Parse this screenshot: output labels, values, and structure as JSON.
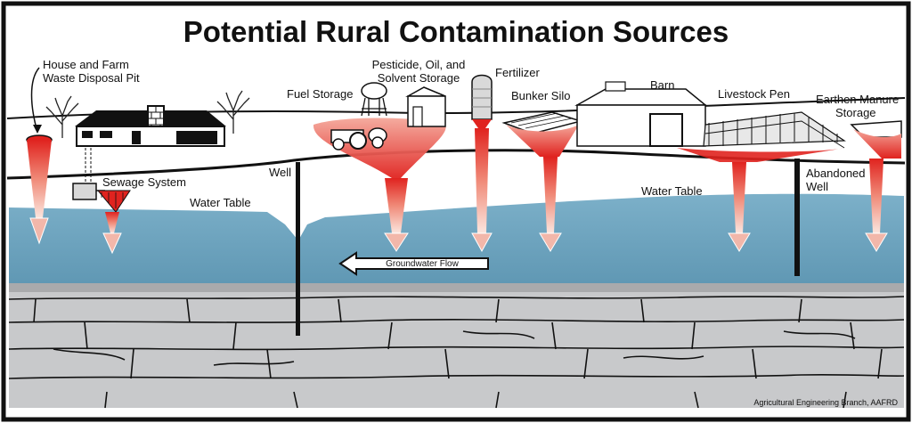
{
  "title": "Potential Rural Contamination Sources",
  "colors": {
    "groundwater": "#6aa3be",
    "plume_red": "#e0231f",
    "plume_fade": "#f6d6cf",
    "bedrock": "#c8c9cb",
    "fracture": "#111111"
  },
  "labels": {
    "house_pit_line1": "House and Farm",
    "house_pit_line2": "Waste Disposal Pit",
    "sewage": "Sewage System",
    "fuel": "Fuel Storage",
    "pesticide_line1": "Pesticide, Oil, and",
    "pesticide_line2": "Solvent Storage",
    "fertilizer": "Fertilizer",
    "bunker": "Bunker Silo",
    "barn": "Barn",
    "livestock": "Livestock Pen",
    "manure_line1": "Earthen Manure",
    "manure_line2": "Storage",
    "well": "Well",
    "water_table_left": "Water Table",
    "water_table_right": "Water Table",
    "abandoned_line1": "Abandoned",
    "abandoned_line2": "Well",
    "groundwater_flow": "Groundwater Flow",
    "credit": "Agricultural Engineering Branch, AAFRD"
  },
  "icons": [
    "house-icon",
    "tree-icon",
    "septic-tank-icon",
    "water-tower-icon",
    "tractor-icon",
    "shed-icon",
    "silo-icon",
    "bunker-silo-icon",
    "barn-icon",
    "livestock-pen-icon",
    "manure-lagoon-icon",
    "well-icon",
    "flow-arrow-icon"
  ]
}
